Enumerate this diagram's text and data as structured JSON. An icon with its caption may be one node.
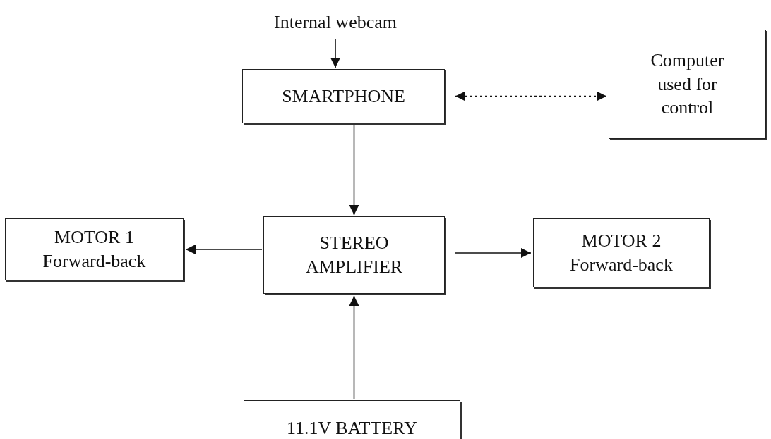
{
  "diagram": {
    "nodes": [
      {
        "text": [
          "Internal webcam"
        ]
      },
      {
        "text": [
          "SMARTPHONE"
        ]
      },
      {
        "text": [
          "Computer used for control"
        ]
      },
      {
        "text": [
          "MOTOR 1 Forward-back"
        ]
      },
      {
        "text": [
          "STEREO AMPLIFIER"
        ]
      },
      {
        "text": [
          "MOTOR 2 Forward-back"
        ]
      },
      {
        "text": [
          "11.1V BATTERY"
        ]
      }
    ],
    "edges": [
      {
        "from": 0,
        "to": 1,
        "arrow": "to"
      },
      {
        "from": 1,
        "to": 2,
        "arrow": "both",
        "style": "dashed"
      },
      {
        "from": 1,
        "to": 4,
        "arrow": "to"
      },
      {
        "from": 4,
        "to": 3,
        "arrow": "to"
      },
      {
        "from": 4,
        "to": 5,
        "arrow": "to"
      },
      {
        "from": 6,
        "to": 4,
        "arrow": "to"
      }
    ]
  }
}
